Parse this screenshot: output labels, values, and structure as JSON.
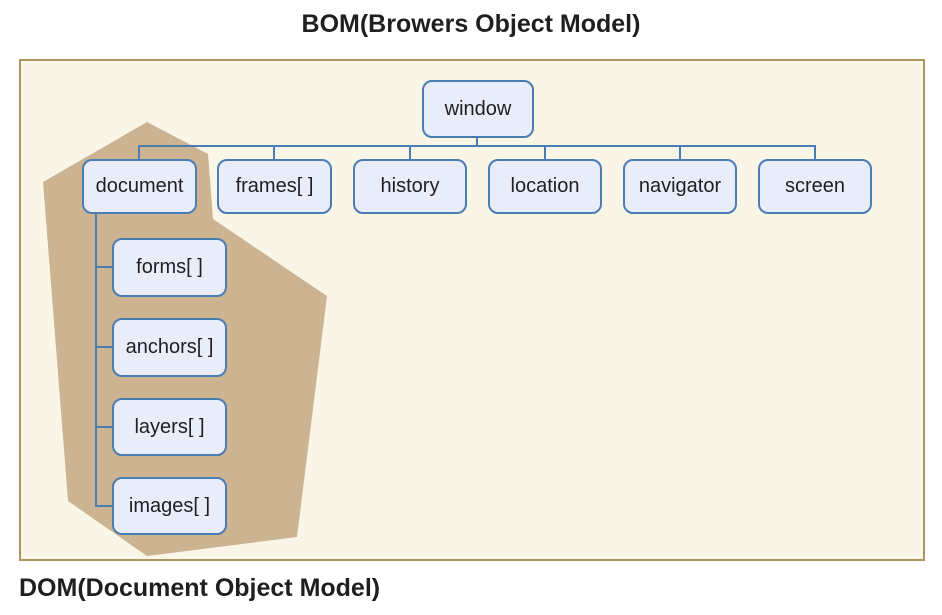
{
  "title": "BOM(Browers Object Model)",
  "footer_label": "DOM(Document Object Model)",
  "diagram": {
    "root": {
      "label": "window"
    },
    "level1": [
      {
        "label": "document"
      },
      {
        "label": "frames[ ]"
      },
      {
        "label": "history"
      },
      {
        "label": "location"
      },
      {
        "label": "navigator"
      },
      {
        "label": "screen"
      }
    ],
    "document_children": [
      {
        "label": "forms[ ]"
      },
      {
        "label": "anchors[ ]"
      },
      {
        "label": "layers[ ]"
      },
      {
        "label": "images[ ]"
      }
    ]
  },
  "colors": {
    "page_bg": "#ffffff",
    "panel_bg": "#faf6e7",
    "panel_border": "#ab9560",
    "node_fill": "#e9edf9",
    "node_border": "#4b7cb2",
    "highlight_fill": "#ccb492",
    "text_color": "#1f1f22"
  }
}
